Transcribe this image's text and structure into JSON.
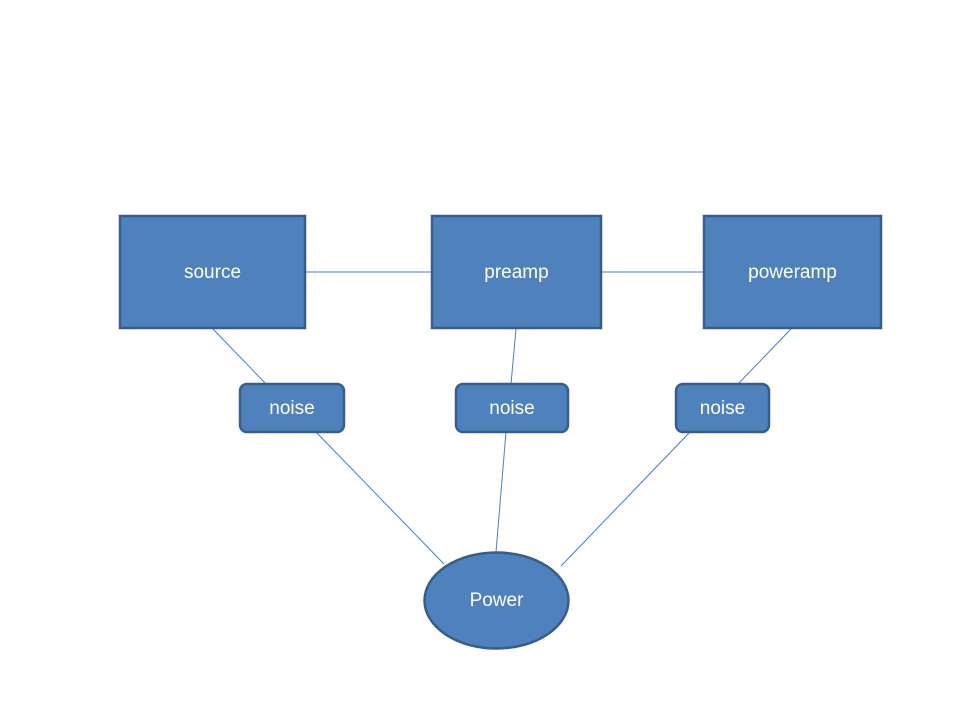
{
  "diagram": {
    "colors": {
      "node_fill": "#4f81bd",
      "node_border": "#385d8a",
      "connector": "#4a7ebb",
      "text": "#ffffff",
      "background": "#ffffff"
    },
    "nodes": {
      "source": "source",
      "preamp": "preamp",
      "poweramp": "poweramp",
      "noise_left": "noise",
      "noise_center": "noise",
      "noise_right": "noise",
      "power": "Power"
    },
    "edges": [
      {
        "from": "source",
        "to": "preamp"
      },
      {
        "from": "preamp",
        "to": "poweramp"
      },
      {
        "from": "source",
        "to": "noise_left"
      },
      {
        "from": "preamp",
        "to": "noise_center"
      },
      {
        "from": "poweramp",
        "to": "noise_right"
      },
      {
        "from": "noise_left",
        "to": "power"
      },
      {
        "from": "noise_center",
        "to": "power"
      },
      {
        "from": "noise_right",
        "to": "power"
      }
    ]
  }
}
